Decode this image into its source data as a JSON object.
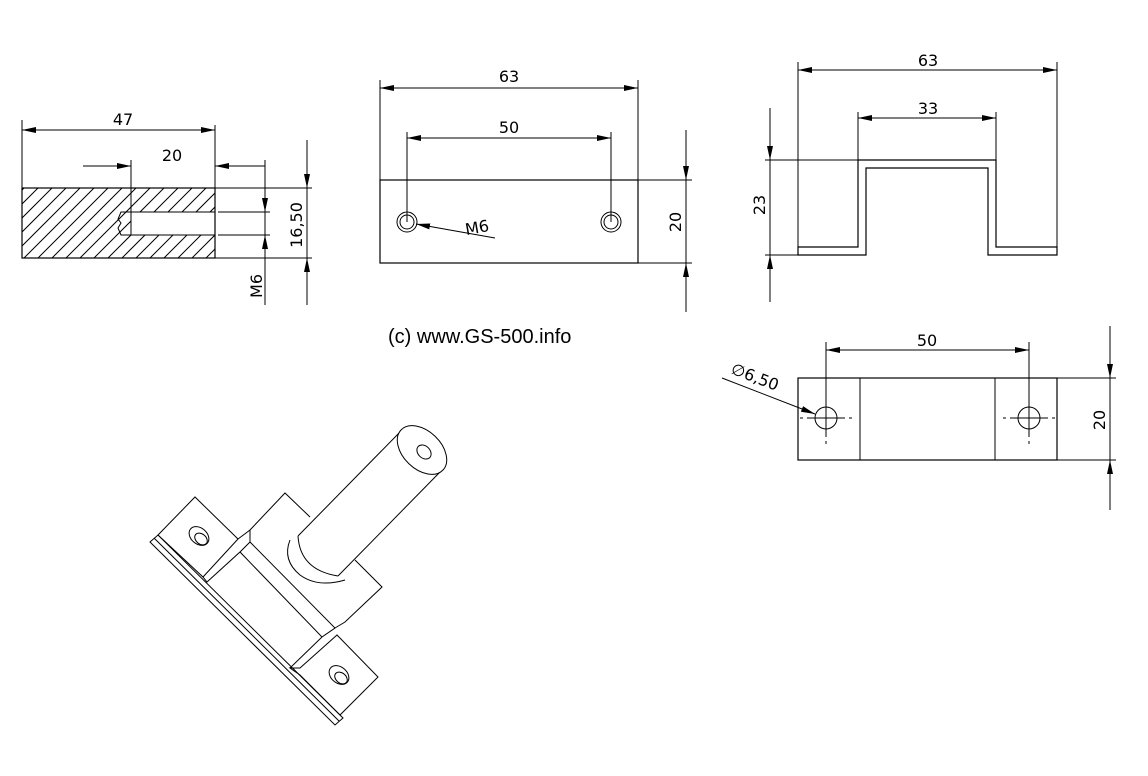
{
  "section_view": {
    "dim_length": "47",
    "dim_thread_depth": "20",
    "dim_height": "16,50",
    "thread": "M6"
  },
  "top_view": {
    "dim_length": "63",
    "dim_hole_spacing": "50",
    "dim_width": "20",
    "thread": "M6"
  },
  "profile_view": {
    "dim_length": "63",
    "dim_inner": "33",
    "dim_height": "23"
  },
  "bottom_view": {
    "dim_hole_spacing": "50",
    "dim_width": "20",
    "hole_diameter": "∅6,50"
  },
  "copyright": "(c) www.GS-500.info"
}
